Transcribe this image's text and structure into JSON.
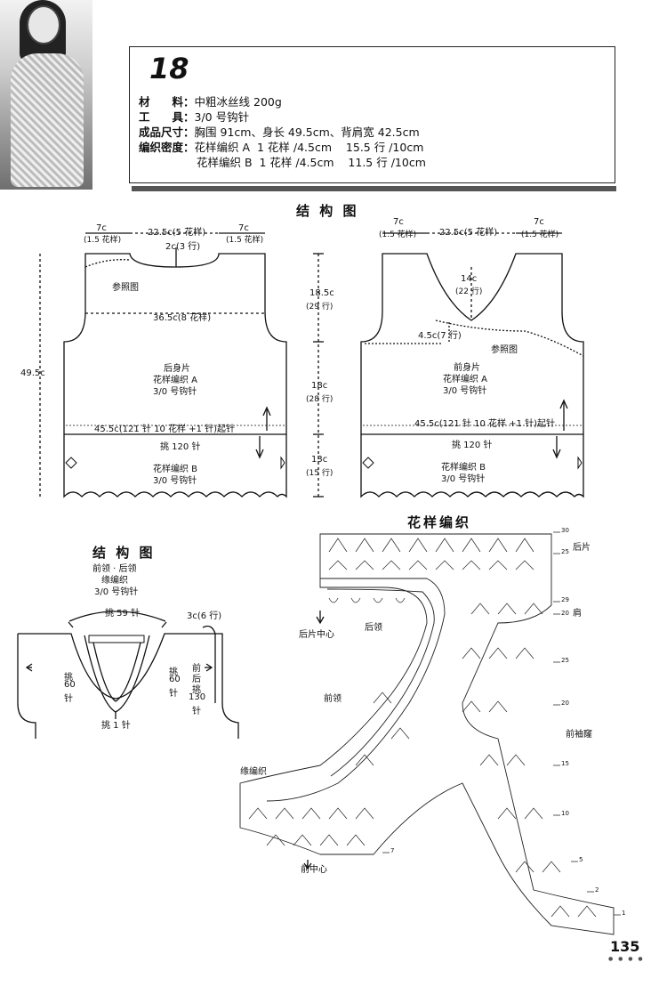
{
  "header": {
    "number": "18",
    "materials_label": "材　　料：",
    "materials_value": "中粗冰丝线 200g",
    "tools_label": "工　　具：",
    "tools_value": "3/0 号钩针",
    "size_label": "成品尺寸：",
    "size_value": "胸围 91cm、身长 49.5cm、背肩宽 42.5cm",
    "gauge_label": "编织密度：",
    "gauge_a": "花样编织 A  1 花样 /4.5cm    15.5 行 /10cm",
    "gauge_b": "花样编织 B  1 花样 /4.5cm    11.5 行 /10cm"
  },
  "structure": {
    "title": "结 构 图",
    "back": {
      "top_left": "7c",
      "top_left_sub": "(1.5 花样)",
      "top_center": "22.5c(5 花样)",
      "top_right": "7c",
      "top_right_sub": "(1.5 花样)",
      "neck_drop": "2c(3 行)",
      "ref": "参照图",
      "chest": "36.5c(8 花样)",
      "name": "后身片",
      "pattern": "花样编织 A",
      "hook": "3/0 号钩针",
      "cast_on": "45.5c(121 针 10 花样 +1 针)起针",
      "pickup": "挑 120 针",
      "hem_pattern": "花样编织 B",
      "hem_hook": "3/0 号钩针",
      "total_height": "49.5c"
    },
    "middle": {
      "h1": "18.5c",
      "h1_rows": "(29 行)",
      "h2": "18c",
      "h2_rows": "(28 行)",
      "h3": "13c",
      "h3_rows": "(15 行)"
    },
    "front": {
      "top_left": "7c",
      "top_left_sub": "(1.5 花样)",
      "top_center": "22.5c(5 花样)",
      "top_right": "7c",
      "top_right_sub": "(1.5 花样)",
      "neck_depth": "14c",
      "neck_rows": "(22 行)",
      "armhole": "4.5c(7 行)",
      "ref": "参照图",
      "name": "前身片",
      "pattern": "花样编织 A",
      "hook": "3/0 号钩针",
      "cast_on": "45.5c(121 针 10 花样 +1 针)起针",
      "pickup": "挑 120 针",
      "hem_pattern": "花样编织 B",
      "hem_hook": "3/0 号钩针"
    }
  },
  "neck": {
    "title": "结 构 图",
    "sub1": "前领 · 后领",
    "sub2": "缘编织",
    "sub3": "3/0 号钩针",
    "pick59": "挑 59 针",
    "edge": "3c(6 行)",
    "pick_left_1": "挑",
    "pick_left_2": "60",
    "pick_left_3": "针",
    "pick_right_1": "挑",
    "pick_right_2": "60",
    "pick_right_3": "针",
    "front_back_1": "前",
    "front_back_2": "后",
    "front_back_3": "挑",
    "front_back_4": "130",
    "front_back_5": "针",
    "pick1": "挑 1 针"
  },
  "chart": {
    "title": "花样编织",
    "back_piece": "后片",
    "shoulder": "肩",
    "back_center": "后片中心",
    "back_neck": "后领",
    "front_neck": "前领",
    "front_armhole": "前袖窿",
    "edging": "缘编织",
    "front_center": "前中心",
    "rows": [
      "30",
      "25",
      "29",
      "20",
      "25",
      "20",
      "15",
      "10",
      "7",
      "5",
      "2",
      "1"
    ]
  },
  "page": {
    "number": "135"
  }
}
